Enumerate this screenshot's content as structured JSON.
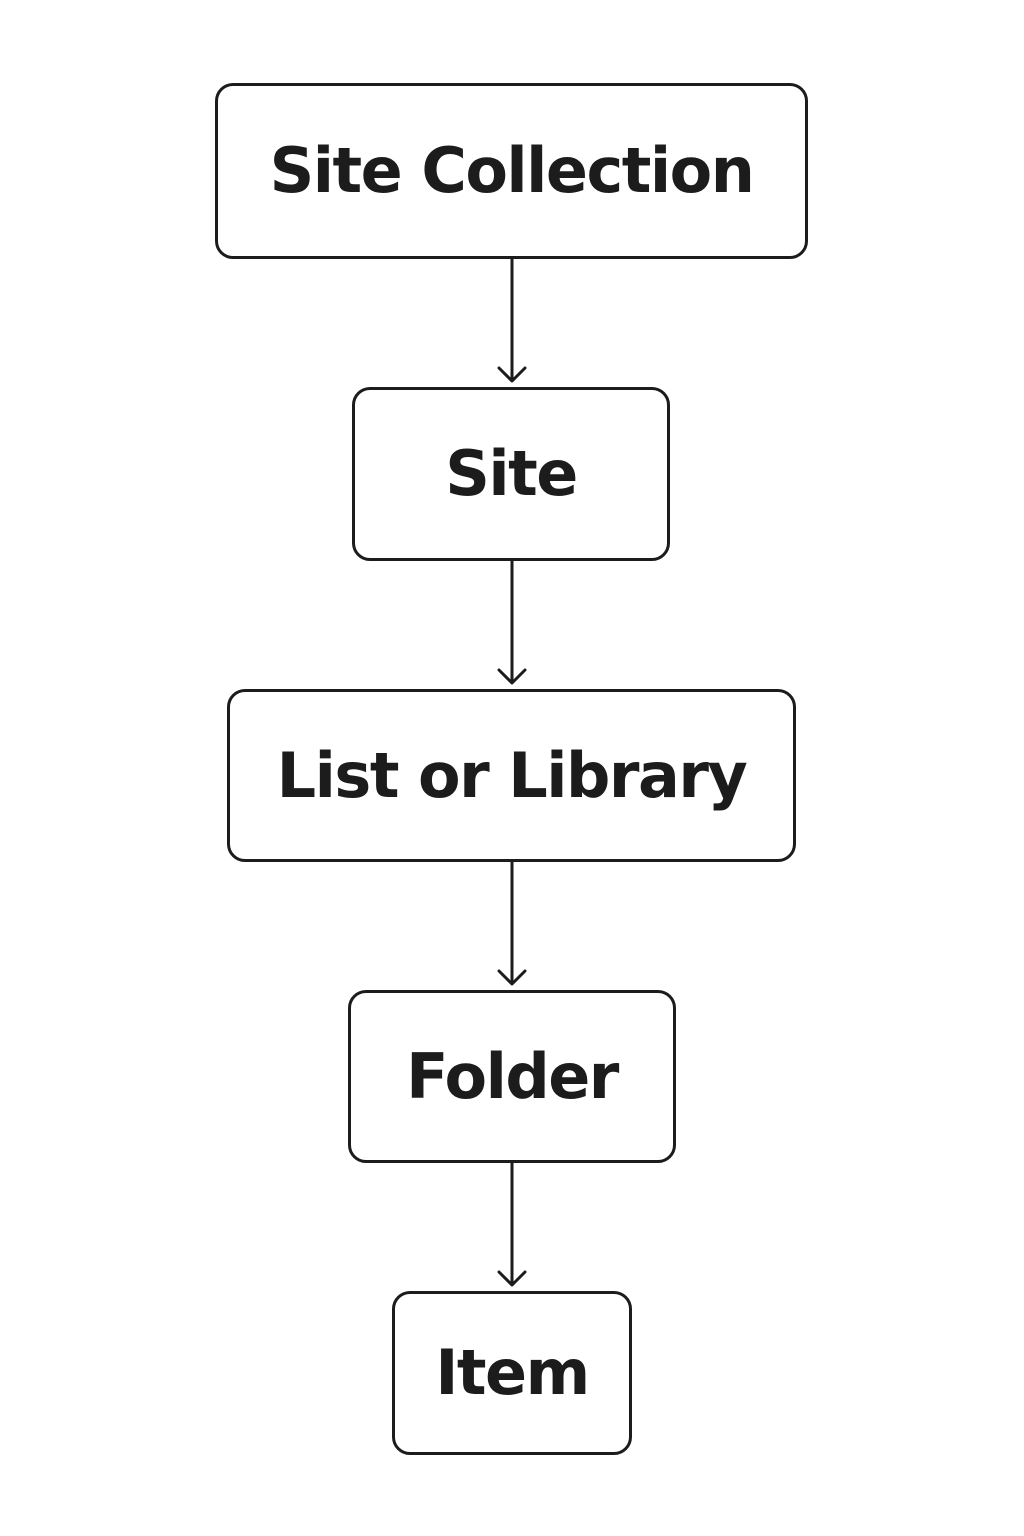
{
  "diagram": {
    "nodes": [
      {
        "id": "site-collection",
        "label": "Site Collection"
      },
      {
        "id": "site",
        "label": "Site"
      },
      {
        "id": "list-library",
        "label": "List or Library"
      },
      {
        "id": "folder",
        "label": "Folder"
      },
      {
        "id": "item",
        "label": "Item"
      }
    ],
    "edges": [
      {
        "from": "site-collection",
        "to": "site"
      },
      {
        "from": "site",
        "to": "list-library"
      },
      {
        "from": "list-library",
        "to": "folder"
      },
      {
        "from": "folder",
        "to": "item"
      }
    ],
    "colors": {
      "stroke": "#1c1c1c",
      "background": "#ffffff"
    }
  }
}
